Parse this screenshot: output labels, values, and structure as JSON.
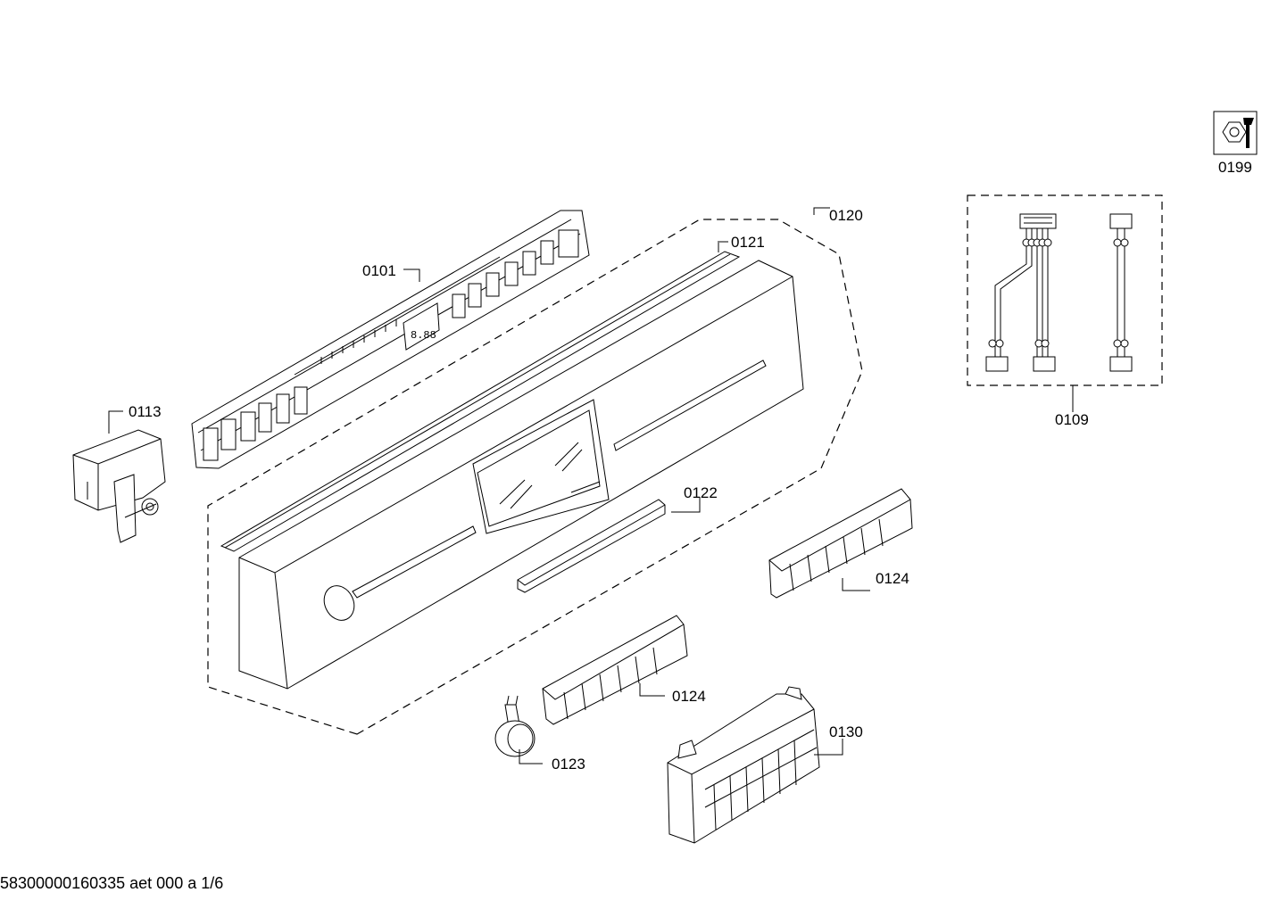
{
  "footer_text": "58300000160335 aet 000 a 1/6",
  "labels": {
    "p0101": "0101",
    "p0109": "0109",
    "p0113": "0113",
    "p0120": "0120",
    "p0121": "0121",
    "p0122": "0122",
    "p0123": "0123",
    "p0124a": "0124",
    "p0124b": "0124",
    "p0130": "0130",
    "p0199": "0199"
  },
  "icons": {
    "service_icon": "wrench-nut-icon"
  }
}
